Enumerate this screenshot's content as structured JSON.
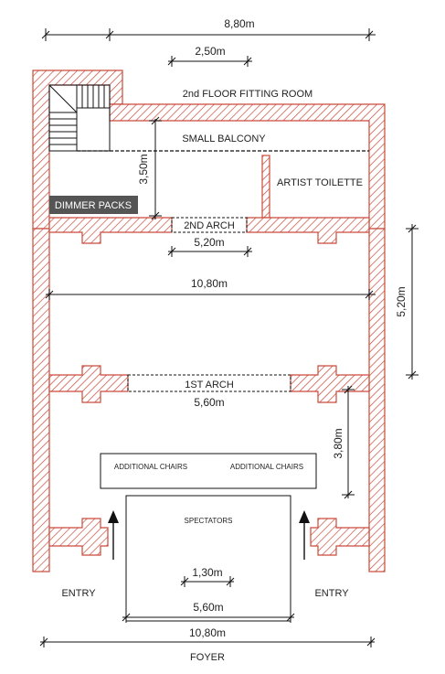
{
  "dimensions": {
    "top_width": "8,80m",
    "top_inner": "2,50m",
    "balcony_depth": "3,50m",
    "arch2_width": "5,20m",
    "hall_width": "10,80m",
    "right_height": "5,20m",
    "arch1_width": "5,60m",
    "right_lower_height": "3,80m",
    "stage_inner": "1,30m",
    "stage_width": "5,60m",
    "bottom_width": "10,80m"
  },
  "labels": {
    "fitting_room": "2nd FLOOR FITTING ROOM",
    "balcony": "SMALL BALCONY",
    "toilette": "ARTIST TOILETTE",
    "dimmer": "DIMMER PACKS",
    "arch2": "2ND ARCH",
    "arch1": "1ST ARCH",
    "chairs_left": "ADDITIONAL CHAIRS",
    "chairs_right": "ADDITIONAL CHAIRS",
    "spectators": "SPECTATORS",
    "entry_left": "ENTRY",
    "entry_right": "ENTRY",
    "foyer": "FOYER"
  },
  "colors": {
    "wall": "#c94a3a",
    "dimmer_bg": "#555555"
  }
}
